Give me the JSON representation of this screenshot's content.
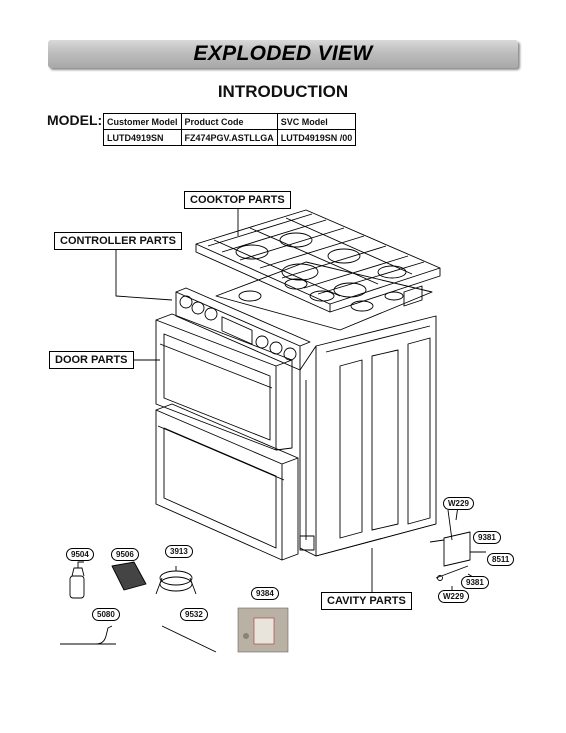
{
  "header": {
    "title": "EXPLODED VIEW",
    "subtitle": "INTRODUCTION"
  },
  "model": {
    "label": "MODEL:",
    "columns": [
      "Customer Model",
      "Product Code",
      "SVC Model"
    ],
    "values": [
      "LUTD4919SN",
      "FZ474PGV.ASTLLGA",
      "LUTD4919SN /00"
    ]
  },
  "callouts": {
    "cooktop": "COOKTOP PARTS",
    "controller": "CONTROLLER  PARTS",
    "door": "DOOR PARTS",
    "cavity": "CAVITY PARTS"
  },
  "parts": {
    "p9504": "9504",
    "p9506": "9506",
    "p3913": "3913",
    "p9384": "9384",
    "p5080": "5080",
    "p9532": "9532",
    "w229_top": "W229",
    "p9381_top": "9381",
    "p8511": "8511",
    "p9381_bottom": "9381",
    "w229_bottom": "W229"
  },
  "colors": {
    "banner_gradient_top": "#d9d9d9",
    "banner_gradient_bottom": "#a8a8a8",
    "line": "#000000"
  }
}
